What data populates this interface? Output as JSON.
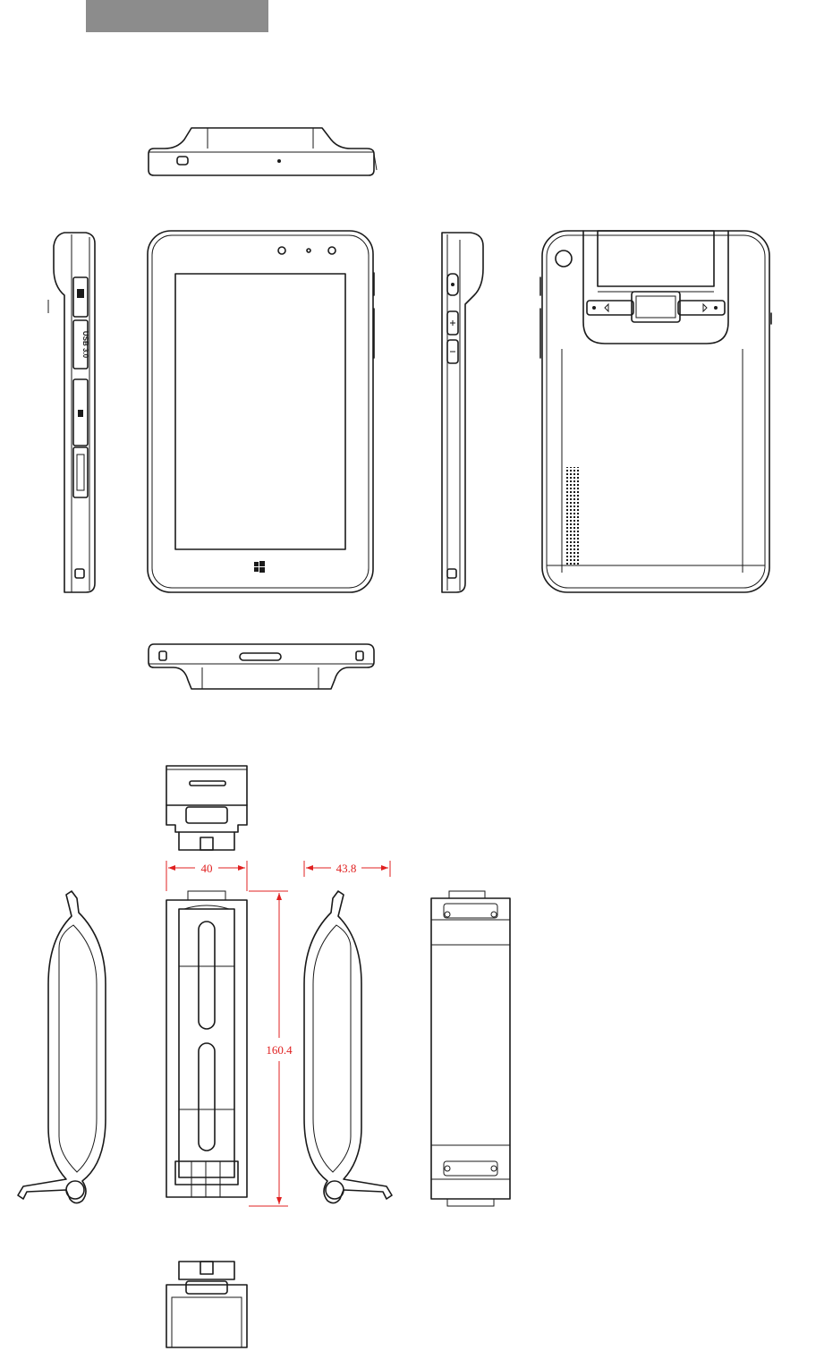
{
  "header": {
    "bar_color": "#8c8c8c"
  },
  "tablet": {
    "port_labels": {
      "usb": "USB 3.0"
    }
  },
  "dimensions": {
    "width": "40",
    "depth": "43.8",
    "height": "160.4",
    "color": "#e02020"
  }
}
